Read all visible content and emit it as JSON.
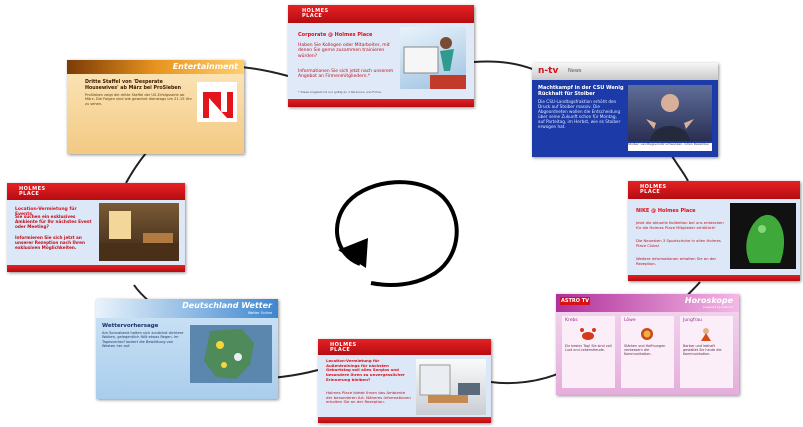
{
  "cycle": {
    "direction": "counterclockwise"
  },
  "slides": {
    "corporate": {
      "logo": "HOLMES PLACE",
      "heading": "Corporate @ Holmes Place",
      "body": "Haben Sie Kollegen oder Mitarbeiter, mit denen Sie gerne zusammen trainieren würden?",
      "body2": "Informationen Sie sich jetzt nach unserem Angebot an Firmenmitgliedern.*",
      "footer": "* Diese Angebot ist nur gültig an 1 Personen und Firma."
    },
    "ntv": {
      "brand": "n-tv",
      "section": "News",
      "heading": "Machtkampf in der CSU Wenig Rückhalt für Stoiber",
      "body": "Die CSU-Landtagsfraktion erhöht den Druck auf Stoiber massiv. Die Abgeordneten wollen die Entscheidung über seine Zukunft schon für Montag, auf Parteitag, im Herbst, wie es Stoiber erwogen hat.",
      "caption": "Stoiber: Landtagsvorsitz schwanken, ruhen Dezember"
    },
    "entertainment": {
      "section": "Entertainment",
      "heading": "Dritte Staffel von 'Desperate Housewives' ab März bei ProSieben",
      "body": "ProSieben zeigt die dritte Staffel der US-Erfolgsserie ab März. Die Folgen sind wie gewohnt dienstags um 21.15 Uhr zu sehen."
    },
    "nike": {
      "logo": "HOLMES PLACE",
      "heading": "NIKE @ Holmes Place",
      "item1": "Jetzt die aktuelle Kollektion bei uns entdecken für die Holmes Place Mitglieder erhältlich!",
      "item2": "Die Neuesten 3 Sportschuhe in allen Holmes Place Clubs!",
      "item3": "Weitere Informationen erhalten Sie an der Rezeption."
    },
    "event": {
      "logo": "HOLMES PLACE",
      "heading": "Location-Vermietung für Events",
      "body": "Sie suchen ein exklusives Ambiente für Ihr nächstes Event oder Meeting?",
      "body2": "Informieren Sie sich jetzt an unserer Rezeption nach Ihren exklusiven Möglichkeiten."
    },
    "weather": {
      "section": "Deutschland Wetter",
      "subsection": "Wetter Online",
      "heading": "Wettervorhersage",
      "body": "Am Sonnabend halten sich zunächst dichtere Wolken, gelegentlich fällt etwas Regen. Im Tagesverlauf lockert die Bewölkung von Westen her auf."
    },
    "horoskop": {
      "logo": "ASTRO TV",
      "section": "Horoskope",
      "subsection": "powered by astro.tv",
      "signs": [
        "Krebs",
        "Löwe",
        "Jungfrau"
      ],
      "texts": [
        "Ein bester Tag! Sie sind voll Lust und Lebensfreude.",
        "Stärken und Hoffnungen verbessern die Kommunikation.",
        "Barbar und lebhaft gestaltet Sie heute die Kommunikation."
      ]
    },
    "location": {
      "logo": "HOLMES PLACE",
      "heading": "Location-Vermietung für Außentrainings für nächsten Geburtstag soll alles Sorglos und besondere Ihren zu unvergesslicher Erinnerung bleiben?",
      "body": "Holmes Place bietet Ihnen das Ambiente der besonderen Art. Näheres Informationen erhalten Sie an der Rezeption."
    }
  },
  "colors": {
    "ring": "#222222",
    "holmes_red": "#d8101a",
    "ntv_blue": "#1c3aa8"
  }
}
